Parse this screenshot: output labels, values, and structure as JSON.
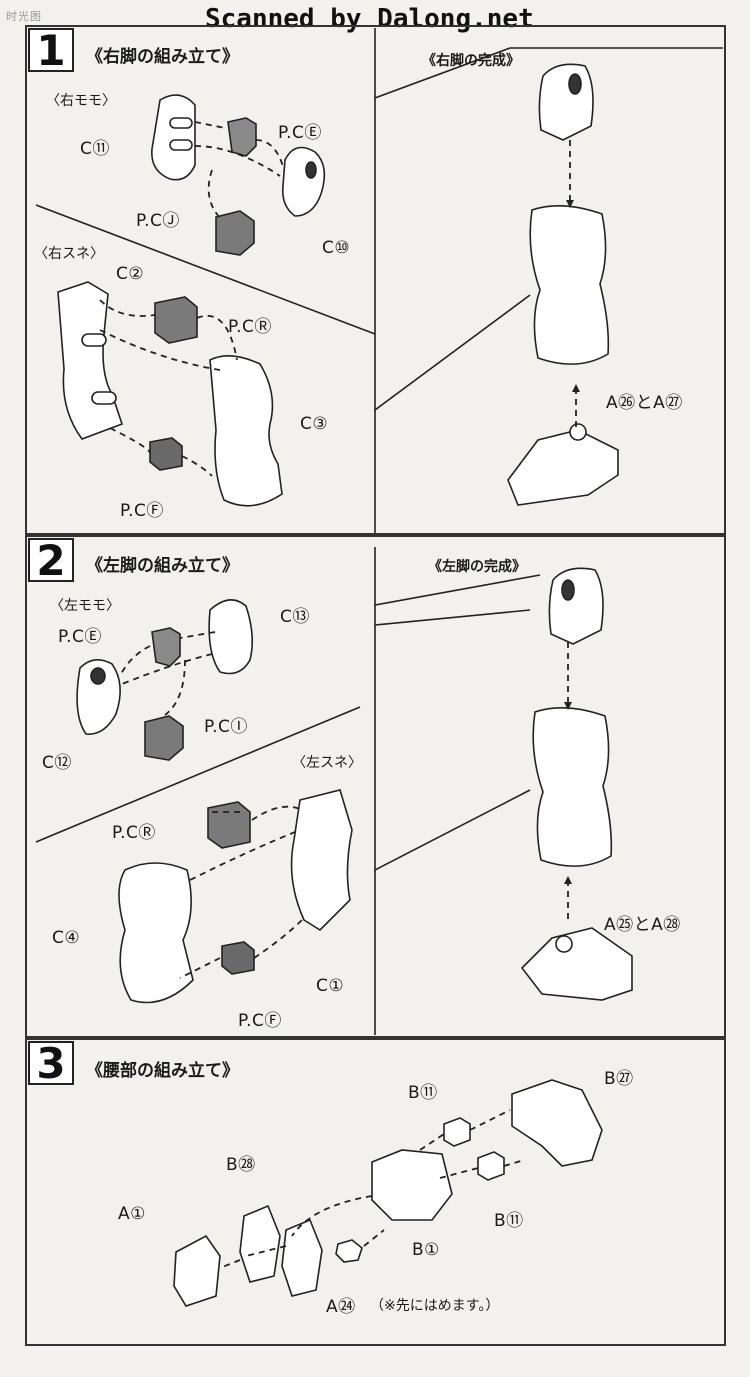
{
  "header": {
    "watermark": "时光图",
    "scanned_by": "Scanned by Dalong.net"
  },
  "step1": {
    "number": "1",
    "title": "《右脚の組み立て》",
    "complete_title": "《右脚の完成》",
    "sub_thigh": "〈右モモ〉",
    "sub_shin": "〈右スネ〉",
    "labels": {
      "c11": "C⑪",
      "pce": "P.CⒺ",
      "pcj": "P.CⒿ",
      "c10": "C⑩",
      "c2": "C②",
      "pcr": "P.CⓇ",
      "c3": "C③",
      "pcf": "P.CⒻ",
      "foot": "A㉖とA㉗"
    }
  },
  "step2": {
    "number": "2",
    "title": "《左脚の組み立て》",
    "complete_title": "《左脚の完成》",
    "sub_thigh": "〈左モモ〉",
    "sub_shin": "〈左スネ〉",
    "labels": {
      "pce": "P.CⒺ",
      "c13": "C⑬",
      "pci": "P.CⒾ",
      "c12": "C⑫",
      "pcr": "P.CⓇ",
      "c4": "C④",
      "c1": "C①",
      "pcf": "P.CⒻ",
      "foot": "A㉕とA㉘"
    }
  },
  "step3": {
    "number": "3",
    "title": "《腰部の組み立て》",
    "labels": {
      "b11_top": "B⑪",
      "b27": "B㉗",
      "b28": "B㉘",
      "a1": "A①",
      "b11_right": "B⑪",
      "b1": "B①",
      "a24": "A㉔",
      "a24_note": "（※先にはめます。）"
    }
  },
  "colors": {
    "line": "#222222",
    "part_fill": "#ffffff",
    "pc_fill": "#7a7a7a",
    "paper": "#f3f1ee"
  }
}
